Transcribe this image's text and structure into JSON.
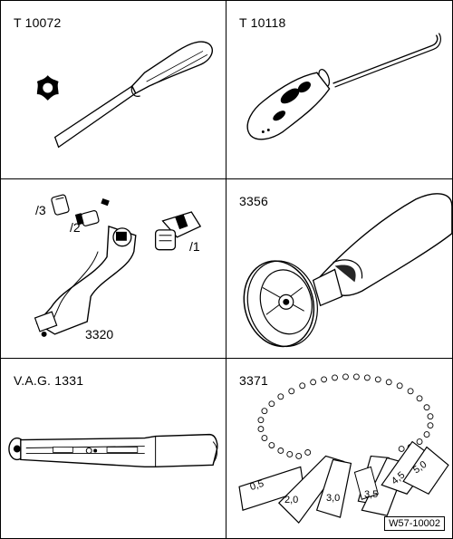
{
  "tools": [
    {
      "label": "T 10072",
      "icon": "torx-screwdriver-icon"
    },
    {
      "label": "T 10118",
      "icon": "hook-screwdriver-icon"
    },
    {
      "label": "3320",
      "icon": "angled-socket-wrench-icon",
      "parts": [
        "/3",
        "/2",
        "/1"
      ]
    },
    {
      "label": "3356",
      "icon": "cutting-wheel-icon"
    },
    {
      "label": "V.A.G. 1331",
      "icon": "torque-wrench-icon"
    },
    {
      "label": "3371",
      "icon": "feeler-gauge-set-icon",
      "gauges": [
        "0,5",
        "2,0",
        "3,0",
        "3,5",
        "4,5",
        "5,0"
      ]
    }
  ],
  "figure_ref": "W57-10002"
}
